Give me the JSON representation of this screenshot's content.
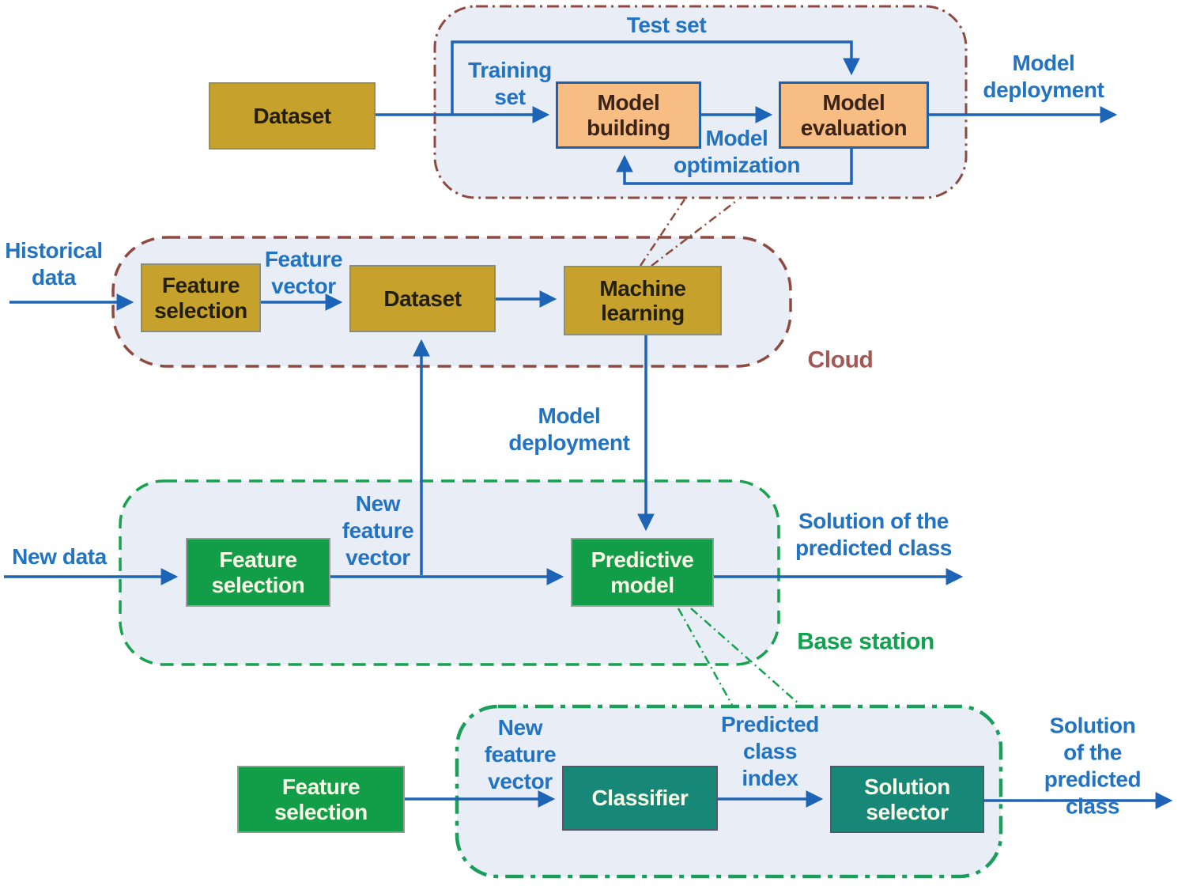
{
  "title": "Machine learning pipeline: cloud training and base-station inference diagram",
  "colors": {
    "canvas-bg": "#ffffff",
    "panel-fill": "#e8edf6",
    "brown-border": "#8e4a40",
    "station-border": "#16a24e",
    "bottom-border": "#1a9e5c",
    "gold-fill": "#c6a12b",
    "gold-border": "#8f8d6d",
    "orange-fill": "#f8bd82",
    "orange-border": "#2160ac",
    "green-fill": "#129e49",
    "green-border": "#9a9a9a",
    "teal-fill": "#178877",
    "teal-border": "#57576b",
    "arrow-blue": "#1d64b6",
    "label-blue": "#2273c1",
    "cloud-label": "#a25955",
    "station-label": "#12a14f",
    "gold-text": "#231f0d",
    "orange-text": "#3b2317",
    "light-text": "#fcfbe8"
  },
  "panels": {
    "top": {
      "dataset": "Dataset",
      "test_set": "Test set",
      "training_set": "Training\nset",
      "model_building": "Model\nbuilding",
      "model_evaluation": "Model\nevaluation",
      "model_optimization": "Model\noptimization",
      "model_deployment": "Model\ndeployment"
    },
    "cloud": {
      "historical_data": "Historical\ndata",
      "feature_selection": "Feature\nselection",
      "feature_vector": "Feature\nvector",
      "dataset": "Dataset",
      "machine_learning": "Machine\nlearning",
      "label": "Cloud"
    },
    "middle": {
      "model_deployment": "Model\ndeployment"
    },
    "station": {
      "new_data": "New data",
      "feature_selection": "Feature\nselection",
      "new_feature_vector": "New\nfeature\nvector",
      "predictive_model": "Predictive\nmodel",
      "solution": "Solution of the\npredicted class",
      "label": "Base station"
    },
    "bottom": {
      "feature_selection": "Feature\nselection",
      "new_feature_vector": "New\nfeature\nvector",
      "classifier": "Classifier",
      "predicted_class_index": "Predicted\nclass\nindex",
      "solution_selector": "Solution\nselector",
      "solution": "Solution of the\npredicted class"
    }
  }
}
